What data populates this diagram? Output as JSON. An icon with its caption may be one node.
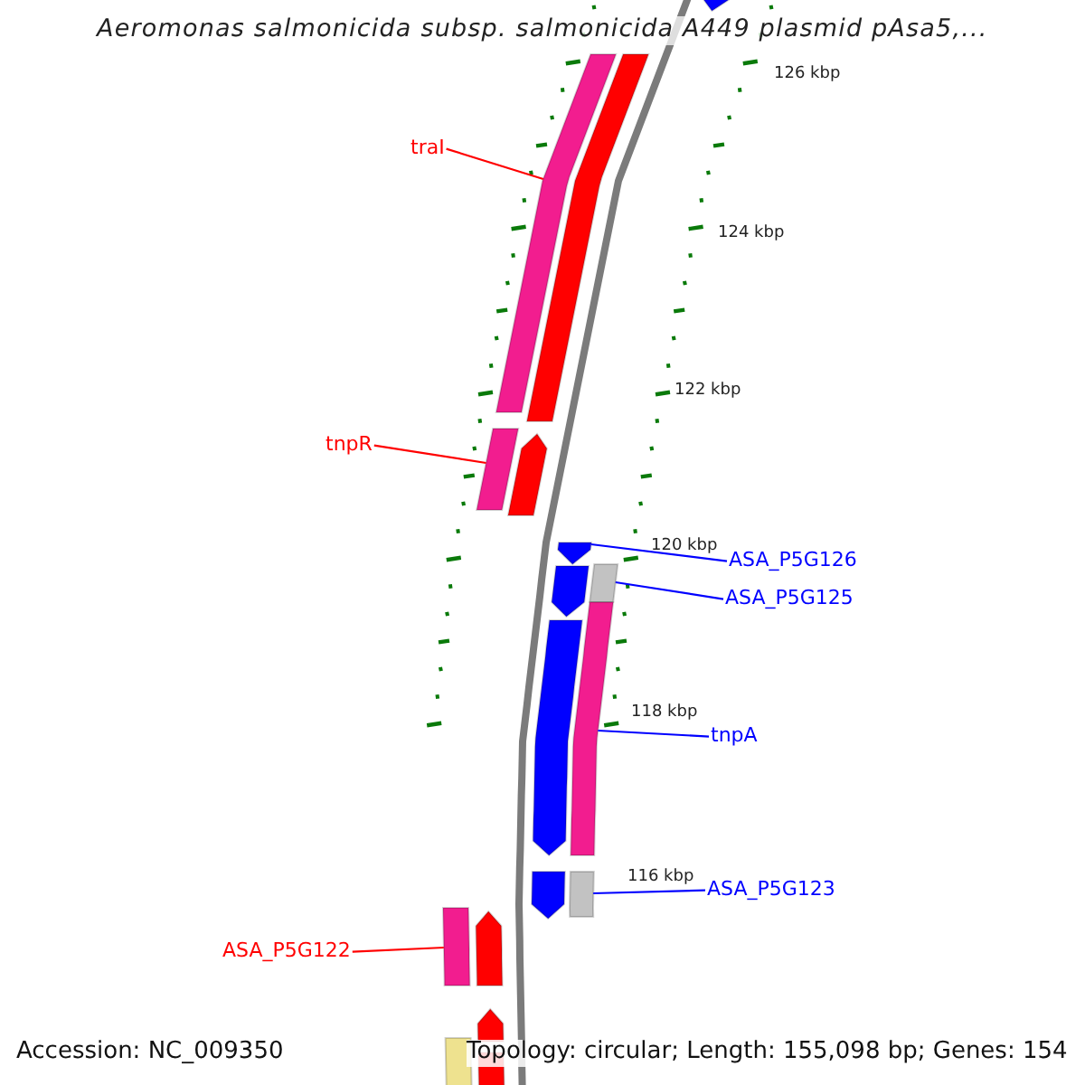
{
  "diagram": {
    "title": "Aeromonas salmonicida subsp. salmonicida A449 plasmid pAsa5,...",
    "nodes": [
      {
        "text": [
          "traI"
        ]
      },
      {
        "text": [],
        "shape": "bar"
      },
      {
        "text": [
          "tnpR"
        ]
      },
      {
        "text": [],
        "shape": "bar"
      },
      {
        "text": [
          "ASA_P5G126"
        ]
      },
      {
        "text": [],
        "shape": "bar"
      },
      {
        "text": [
          "ASA_P5G125"
        ]
      },
      {
        "text": [],
        "shape": "bar"
      },
      {
        "text": [
          "tnpA"
        ]
      },
      {
        "text": [],
        "shape": "bar"
      },
      {
        "text": [
          "ASA_P5G123"
        ]
      },
      {
        "text": [],
        "shape": "bar"
      },
      {
        "text": [
          "ASA_P5G122"
        ]
      },
      {
        "text": [],
        "shape": "bar"
      },
      {
        "text": [],
        "shape": "bar"
      },
      {
        "text": [],
        "shape": "bar"
      },
      {
        "text": [],
        "shape": "bar"
      },
      {
        "text": [],
        "shape": "bar"
      },
      {
        "text": [],
        "shape": "bar"
      },
      {
        "text": [],
        "shape": "bar"
      },
      {
        "text": [],
        "shape": "bar"
      },
      {
        "text": [],
        "shape": "bar"
      },
      {
        "text": [],
        "shape": "bar"
      },
      {
        "text": [],
        "shape": "bar"
      }
    ],
    "edges": [
      {
        "from": 0,
        "to": 1,
        "arrow": "none",
        "color": "#ff0000"
      },
      {
        "from": 2,
        "to": 3,
        "arrow": "none",
        "color": "#ff0000"
      },
      {
        "from": 4,
        "to": 5,
        "arrow": "none"
      },
      {
        "from": 6,
        "to": 7,
        "arrow": "none"
      },
      {
        "from": 8,
        "to": 9,
        "arrow": "none"
      },
      {
        "from": 10,
        "to": 11,
        "arrow": "none"
      },
      {
        "from": 12,
        "to": 13,
        "arrow": "none",
        "color": "#ff0000"
      }
    ],
    "labels": [
      "126 kbp",
      "124 kbp",
      "122 kbp",
      "120 kbp",
      "118 kbp",
      "116 kbp",
      "Accession: NC_009350",
      "Topology: circular; Length: 155,098 bp; Genes: 154"
    ]
  }
}
